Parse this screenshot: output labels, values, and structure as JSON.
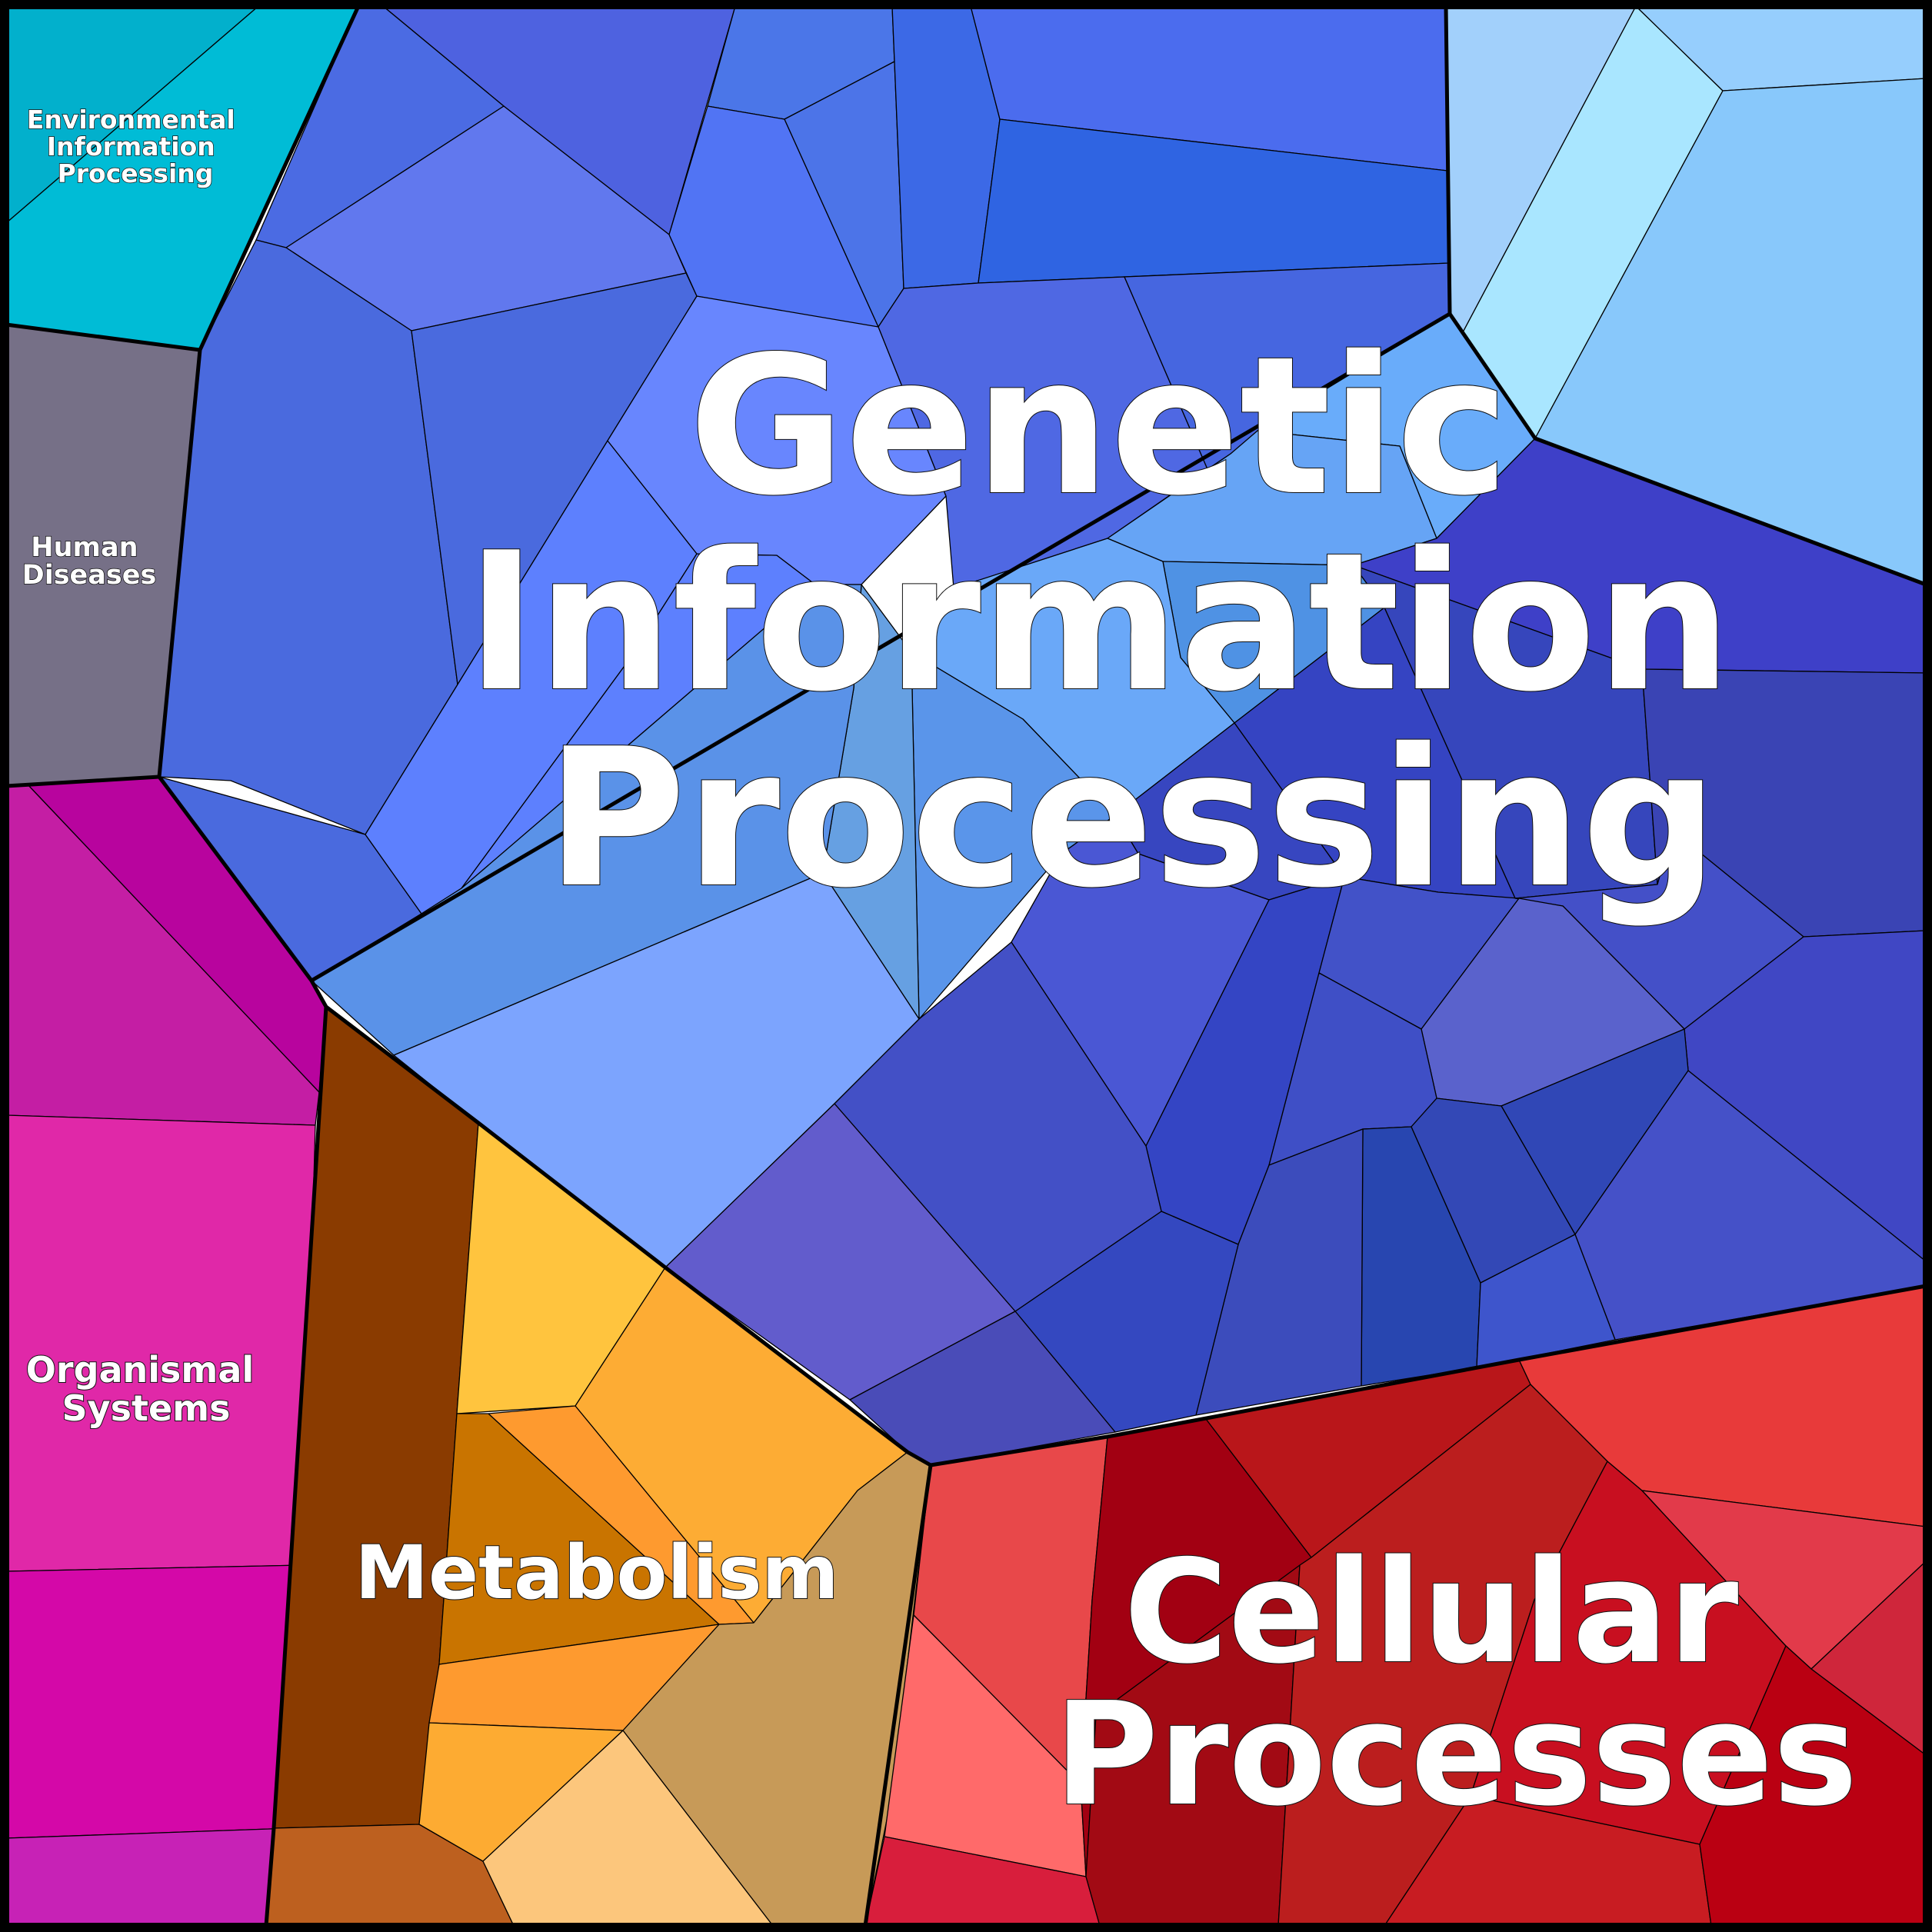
{
  "diagram": {
    "type": "voronoi-treemap",
    "regions": [
      {
        "key": "genetic",
        "lines": [
          "Genetic",
          "Information",
          "Processing"
        ],
        "color": "#4a63e0"
      },
      {
        "key": "cellular",
        "lines": [
          "Cellular",
          "Processes"
        ],
        "color": "#c41c1c"
      },
      {
        "key": "metabolism",
        "lines": [
          "Metabolism"
        ],
        "color": "#f39a2a"
      },
      {
        "key": "organismal",
        "lines": [
          "Organismal",
          "Systems"
        ],
        "color": "#d81ea8"
      },
      {
        "key": "human",
        "lines": [
          "Human",
          "Diseases"
        ],
        "color": "#767087"
      },
      {
        "key": "environmental",
        "lines": [
          "Environmental",
          "Information",
          "Processing"
        ],
        "color": "#00bcd6"
      }
    ]
  }
}
